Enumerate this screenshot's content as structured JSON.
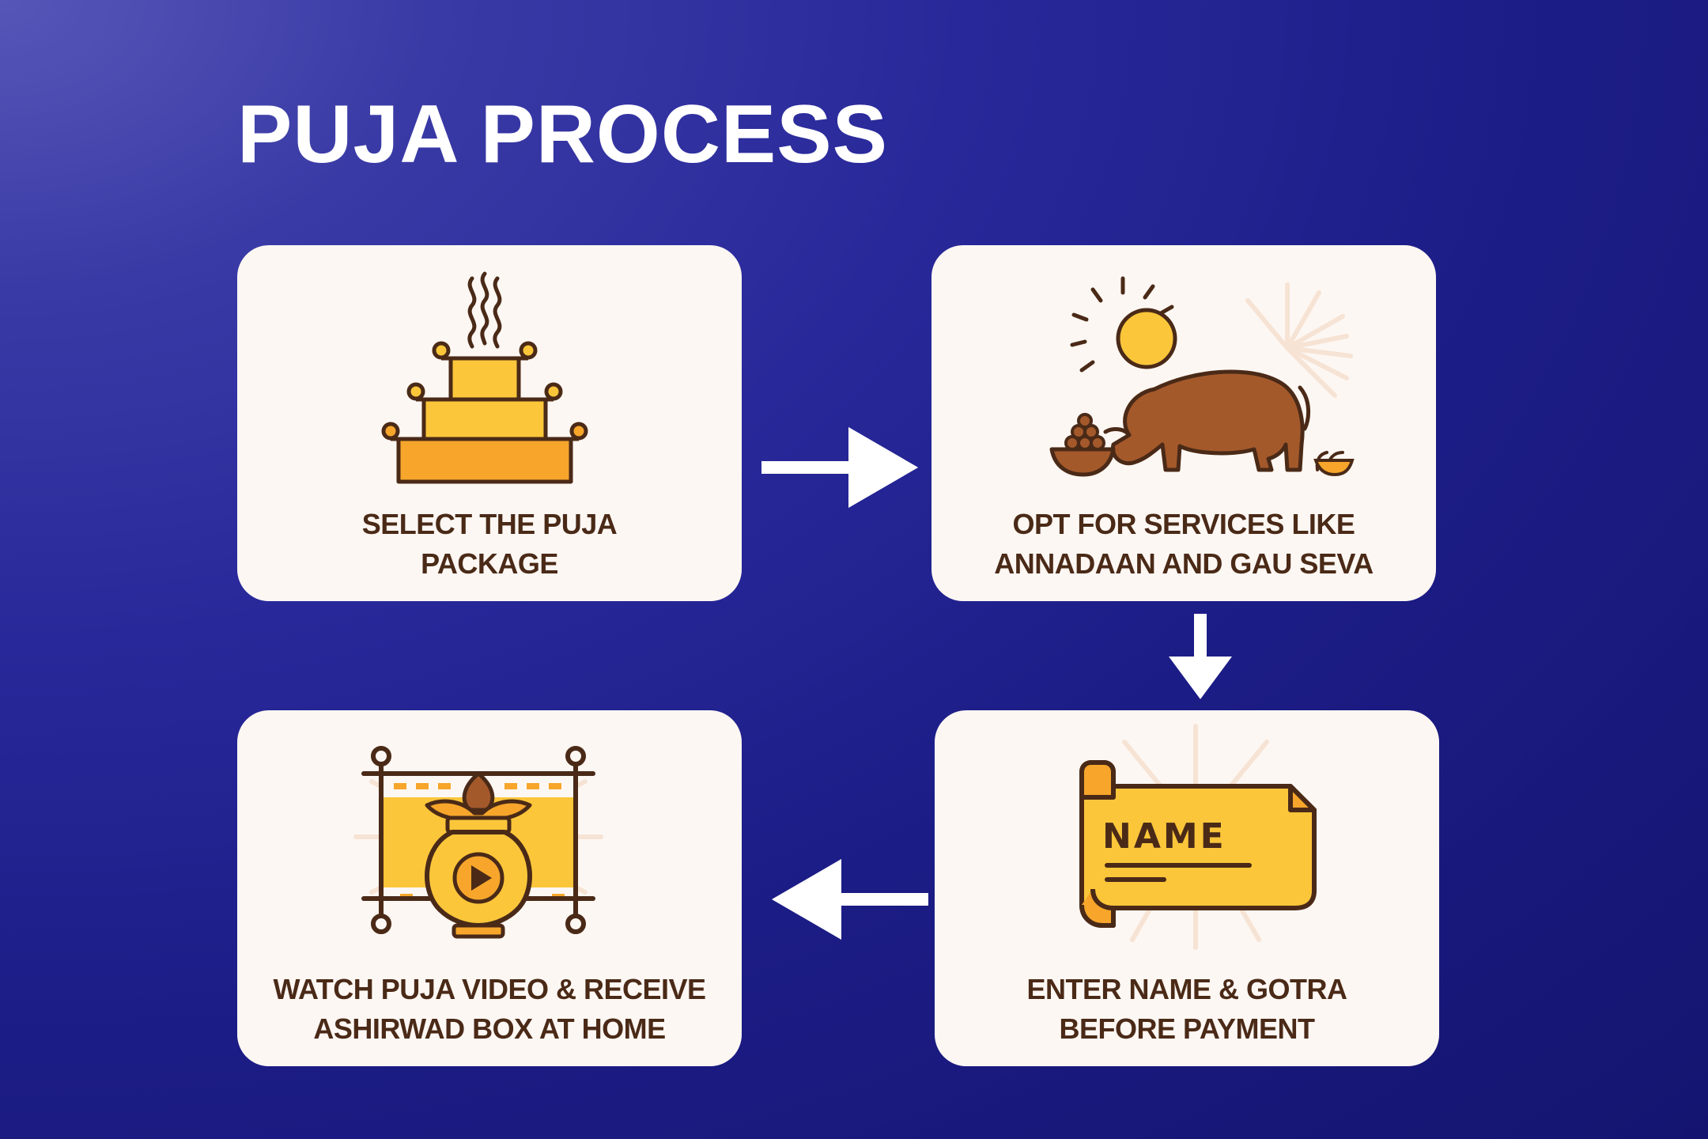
{
  "title": "PUJA PROCESS",
  "colors": {
    "background": "#1c1c86",
    "card": "#fdf7f3",
    "text": "#4a2a17",
    "icon_yellow": "#fbc63a",
    "icon_orange": "#f7a62b",
    "icon_brown": "#a4592b",
    "icon_outline": "#4a2a17",
    "arrow": "#ffffff"
  },
  "steps": [
    {
      "label_line1": "SELECT THE PUJA",
      "label_line2": "PACKAGE",
      "icon": "altar-icon"
    },
    {
      "label_line1": "OPT FOR SERVICES LIKE",
      "label_line2": "ANNADAAN AND GAU SEVA",
      "icon": "cow-sun-icon"
    },
    {
      "label_line1": "ENTER NAME & GOTRA",
      "label_line2": "BEFORE PAYMENT",
      "icon": "name-scroll-icon",
      "icon_text": "NAME"
    },
    {
      "label_line1": "WATCH PUJA VIDEO & RECEIVE",
      "label_line2": "ASHIRWAD BOX AT HOME",
      "icon": "kalash-video-icon"
    }
  ],
  "arrows": [
    "right",
    "down",
    "left"
  ]
}
